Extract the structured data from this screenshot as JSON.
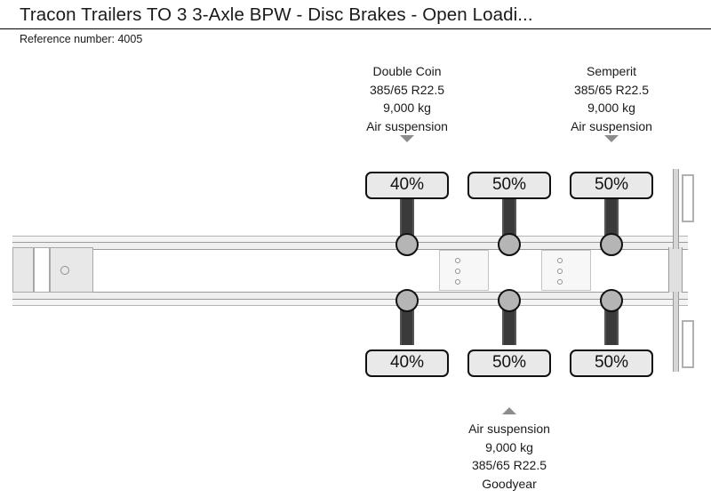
{
  "header": {
    "title": "Tracon Trailers TO 3 3-Axle BPW - Disc Brakes - Open Loadi...",
    "reference_label": "Reference number: 4005"
  },
  "labels": {
    "top_left": {
      "brand": "Double Coin",
      "size": "385/65 R22.5",
      "capacity": "9,000 kg",
      "suspension": "Air suspension",
      "arrow": "triangle-down-icon"
    },
    "top_right": {
      "brand": "Semperit",
      "size": "385/65 R22.5",
      "capacity": "9,000 kg",
      "suspension": "Air suspension",
      "arrow": "triangle-down-icon"
    },
    "bottom_center": {
      "arrow": "triangle-up-icon",
      "suspension": "Air suspension",
      "capacity": "9,000 kg",
      "size": "385/65 R22.5",
      "brand": "Goodyear"
    }
  },
  "tyres": {
    "top": [
      {
        "position": "axle-1-left",
        "tread": "40%"
      },
      {
        "position": "axle-2-left",
        "tread": "50%"
      },
      {
        "position": "axle-3-left",
        "tread": "50%"
      }
    ],
    "bottom": [
      {
        "position": "axle-1-right",
        "tread": "40%"
      },
      {
        "position": "axle-2-right",
        "tread": "50%"
      },
      {
        "position": "axle-3-right",
        "tread": "50%"
      }
    ]
  },
  "diagram": {
    "type": "trailer-top-view",
    "axle_count": 3,
    "colors": {
      "tyre": "#3a3a3a",
      "hub": "#b5b5b5",
      "rail": "#efefef",
      "badge_fill": "#e9e9e9",
      "badge_border": "#111111",
      "arrow": "#8c8c8c"
    }
  }
}
